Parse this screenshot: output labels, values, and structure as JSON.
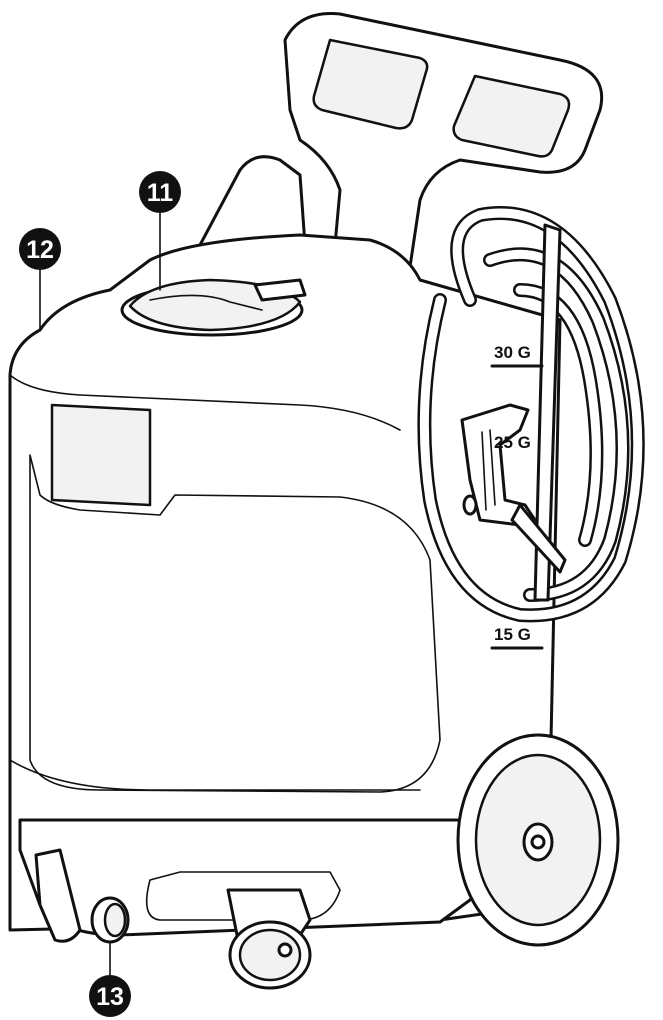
{
  "callouts": [
    {
      "label": "11"
    },
    {
      "label": "12"
    },
    {
      "label": "13"
    }
  ],
  "gallon_marks": [
    {
      "label": "30 G"
    },
    {
      "label": "25 G"
    },
    {
      "label": "15 G"
    }
  ],
  "colors": {
    "line": "#111111",
    "callout_fill": "#111111",
    "background": "#ffffff"
  }
}
